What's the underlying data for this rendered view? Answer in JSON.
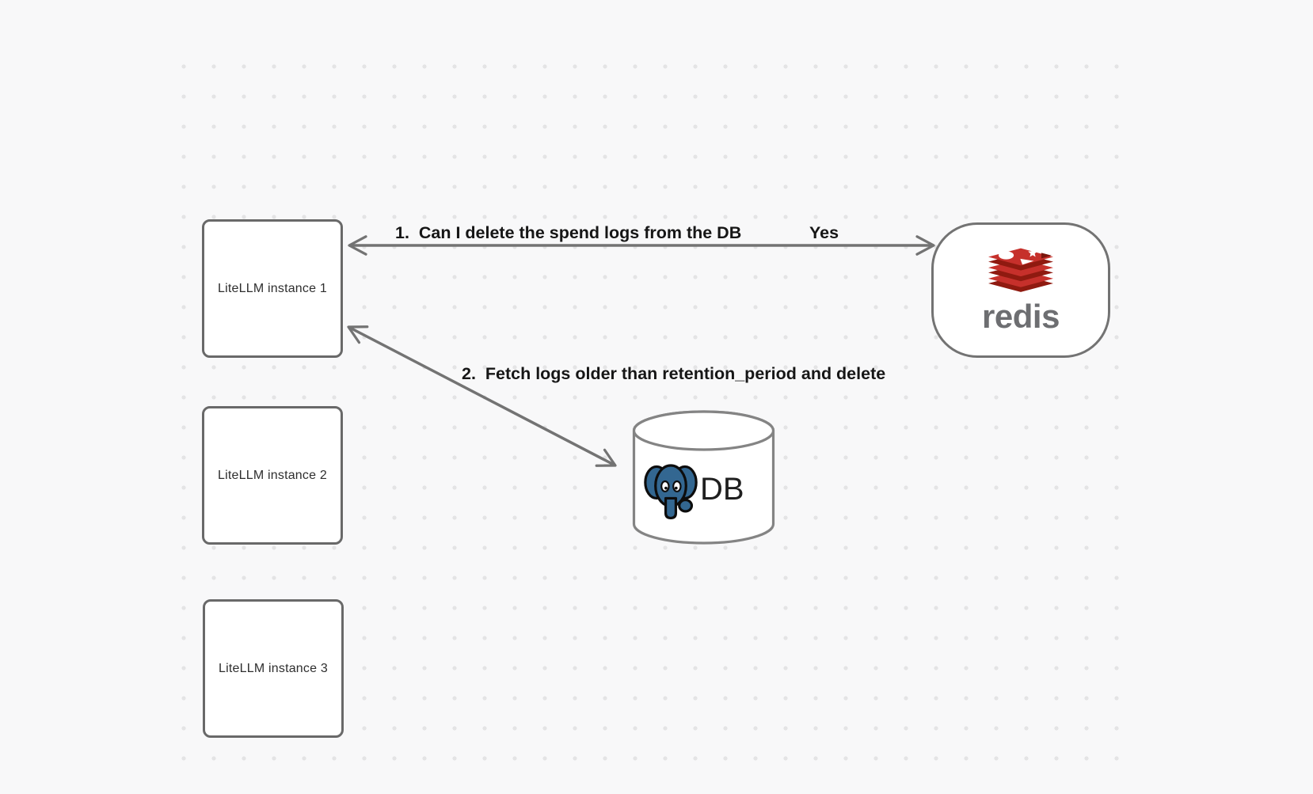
{
  "diagram": {
    "nodes": {
      "instance1": {
        "label": "LiteLLM instance 1"
      },
      "instance2": {
        "label": "LiteLLM instance 2"
      },
      "instance3": {
        "label": "LiteLLM instance 3"
      },
      "redis": {
        "wordmark": "redis",
        "icon": "redis-stack-icon"
      },
      "database": {
        "label": "DB",
        "icon": "postgres-elephant-icon",
        "shape": "cylinder"
      }
    },
    "edges": {
      "edge1": {
        "label": "1.  Can I delete the spend logs from the DB",
        "response": "Yes",
        "from": "instance1",
        "to": "redis",
        "style": "double-headed-arrow"
      },
      "edge2": {
        "label": "2.  Fetch logs older than retention_period and delete",
        "from": "instance1",
        "to": "database",
        "style": "double-headed-arrow"
      }
    }
  },
  "colors": {
    "background": "#f8f8f9",
    "grid_dot": "#e4e4e5",
    "box_border": "#696969",
    "arrow_gray": "#737373",
    "cylinder_stroke": "#848484",
    "edge_label_text": "#161616",
    "node_label_text": "#2e2e2e",
    "redis_red": "#c6302b",
    "redis_red_dark": "#8f1a10",
    "redis_notch_dark": "#7a150c",
    "redis_wordmark_gray": "#6d6e71",
    "postgres_blue": "#336791",
    "db_text": "#1f1f1f"
  }
}
